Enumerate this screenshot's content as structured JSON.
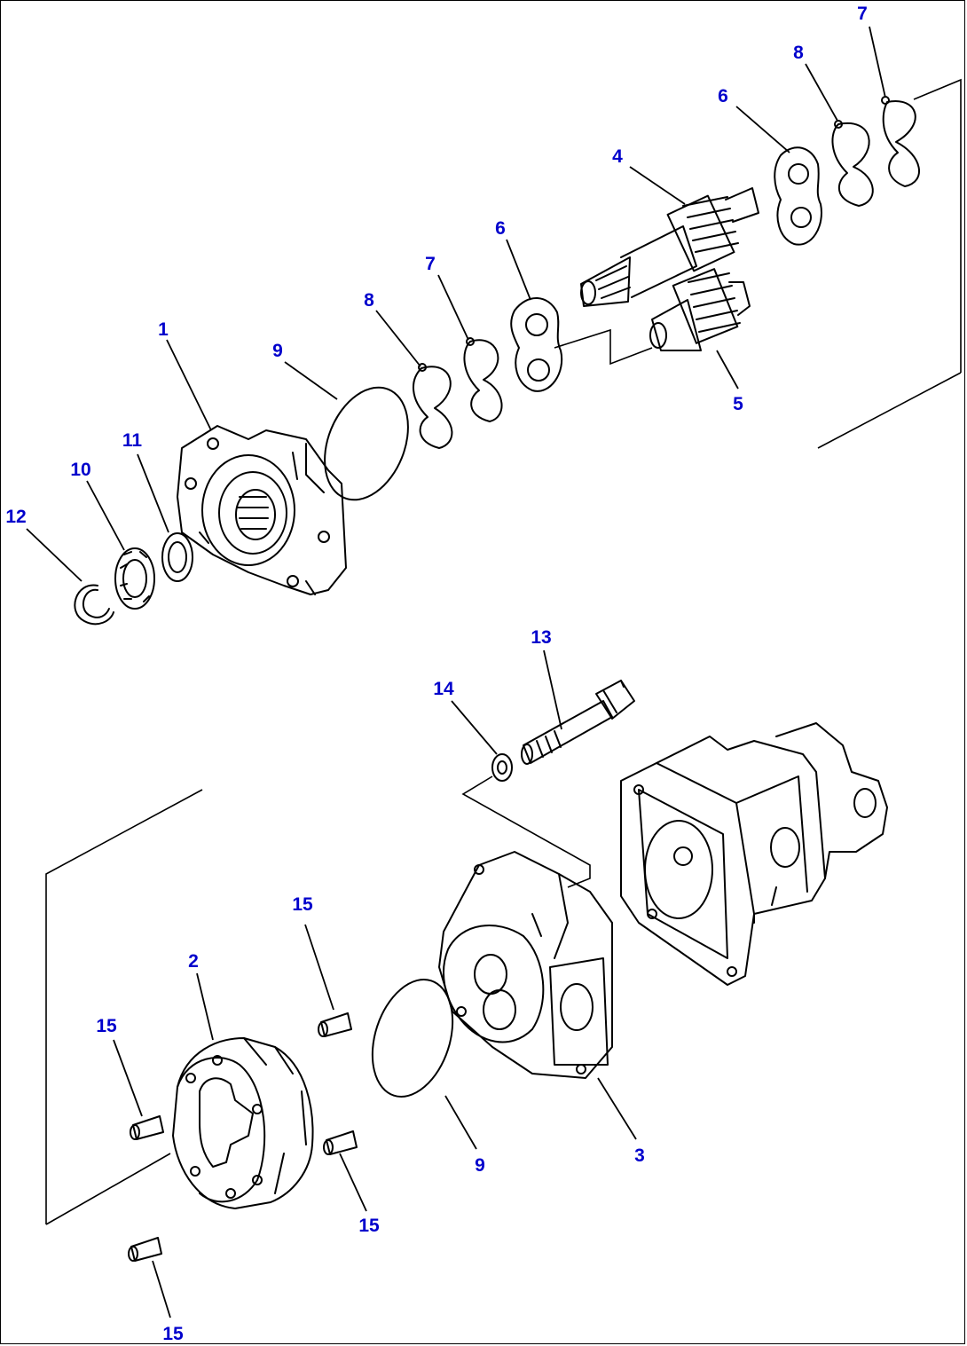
{
  "callouts": [
    {
      "id": "c7a",
      "text": "7"
    },
    {
      "id": "c8a",
      "text": "8"
    },
    {
      "id": "c6a",
      "text": "6"
    },
    {
      "id": "c4",
      "text": "4"
    },
    {
      "id": "c6b",
      "text": "6"
    },
    {
      "id": "c7b",
      "text": "7"
    },
    {
      "id": "c8b",
      "text": "8"
    },
    {
      "id": "c1",
      "text": "1"
    },
    {
      "id": "c9a",
      "text": "9"
    },
    {
      "id": "c5",
      "text": "5"
    },
    {
      "id": "c11",
      "text": "11"
    },
    {
      "id": "c10",
      "text": "10"
    },
    {
      "id": "c12",
      "text": "12"
    },
    {
      "id": "c13",
      "text": "13"
    },
    {
      "id": "c14",
      "text": "14"
    },
    {
      "id": "c15a",
      "text": "15"
    },
    {
      "id": "c2",
      "text": "2"
    },
    {
      "id": "c15b",
      "text": "15"
    },
    {
      "id": "c9b",
      "text": "9"
    },
    {
      "id": "c3",
      "text": "3"
    },
    {
      "id": "c15c",
      "text": "15"
    },
    {
      "id": "c15d",
      "text": "15"
    }
  ],
  "colors": {
    "callout": "#0000cc",
    "line": "#000000"
  }
}
